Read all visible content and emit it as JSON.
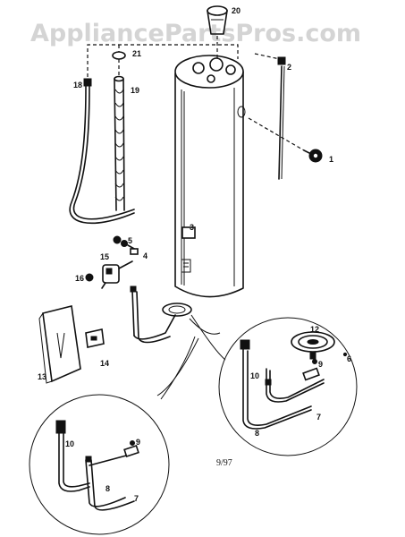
{
  "watermark": "AppliancePartsPros.com",
  "date_code": "9/97",
  "callouts": [
    "1",
    "2",
    "3",
    "4",
    "5",
    "6",
    "7",
    "8",
    "9",
    "10",
    "12",
    "13",
    "14",
    "15",
    "16",
    "18",
    "19",
    "20",
    "21"
  ],
  "detail_callouts": {
    "right": [
      "12",
      "9",
      "6",
      "10",
      "7",
      "8"
    ],
    "left": [
      "9",
      "10",
      "8",
      "7"
    ]
  }
}
